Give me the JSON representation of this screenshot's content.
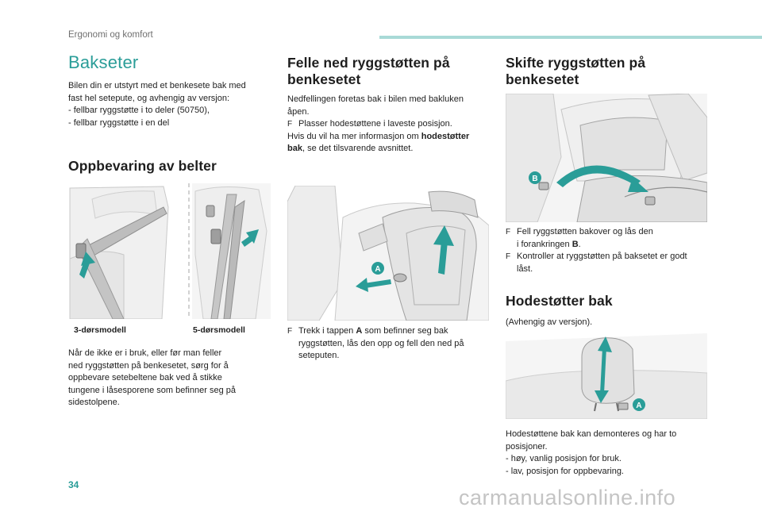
{
  "header": {
    "section": "Ergonomi og komfort",
    "accent_color": "#2a9d98"
  },
  "page_number": "34",
  "watermark": "carmanualsonline.info",
  "col1": {
    "title": "Bakseter",
    "intro_lines": [
      "Bilen din er utstyrt med et benkesete bak med",
      "fast hel setepute, og avhengig av versjon:",
      "-   fellbar ryggstøtte i to deler (50750),",
      "-   fellbar ryggstøtte i en del"
    ],
    "belts_title": "Oppbevaring av belter",
    "caption_left": "3-dørsmodell",
    "caption_right": "5-dørsmodell",
    "belts_lines": [
      "Når de ikke er i bruk, eller før man feller",
      "ned ryggstøtten på benkesetet, sørg for å",
      "oppbevare setebeltene bak ved å stikke",
      "tungene i låsesporene som befinner seg på",
      "sidestolpene."
    ]
  },
  "col2": {
    "title_line1": "Felle ned ryggstøtten på",
    "title_line2": "benkesetet",
    "p1_line1": "Nedfellingen foretas bak i bilen med bakluken",
    "p1_line2": "åpen.",
    "bullet_marker": "F",
    "p1_bullet": "Plasser hodestøttene i laveste posisjon.",
    "p1_line3": "Hvis du vil ha mer informasjon om",
    "p1_bold1": "hodestøtter",
    "p1_bold2": "bak",
    "p1_line4_rest": ", se det tilsvarende avsnittet.",
    "label_a": "A",
    "step_prefix": "Trekk i tappen",
    "step_bold": "A",
    "step_rest": "som befinner seg bak",
    "step_line2": "ryggstøtten, lås den opp og fell den ned på",
    "step_line3": "seteputen."
  },
  "col3": {
    "title_line1": "Skifte ryggstøtten på",
    "title_line2": "benkesetet",
    "label_b": "B",
    "b1_prefix": "Fell ryggstøtten bakover og lås den",
    "b1_line2_prefix": "i forankringen",
    "b1_bold": "B",
    "b1_end": ".",
    "b2_line1": "Kontroller at ryggstøtten på baksetet er godt",
    "b2_line2": "låst.",
    "hs_title": "Hodestøtter bak",
    "hs_note": "(Avhengig av versjon).",
    "label_a": "A",
    "hs_lines": [
      "Hodestøttene bak kan demonteres og har to",
      "posisjoner.",
      "-   høy, vanlig posisjon for bruk.",
      "-   lav, posisjon for oppbevaring."
    ]
  }
}
